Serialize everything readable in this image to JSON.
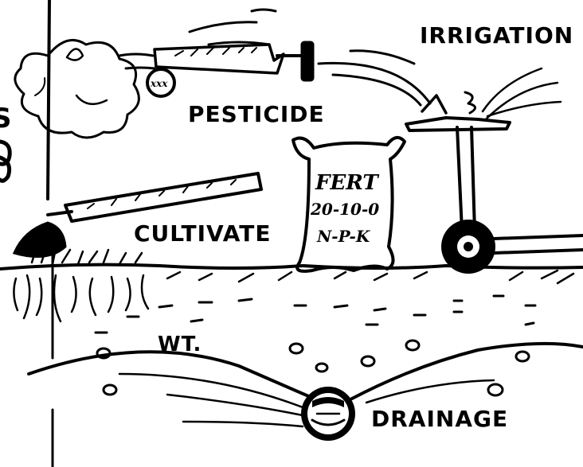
{
  "labels": {
    "irrigation": "IRRIGATION",
    "pesticide": "PESTICIDE",
    "cultivate": "CULTIVATE",
    "water_table": "WT.",
    "drainage": "DRAINAGE",
    "edge_letter": "S"
  },
  "fertilizer_bag": {
    "line1": "FERT",
    "line2": "20-10-0",
    "line3": "N-P-K"
  },
  "sprayer_mark": "xxx",
  "colors": {
    "ink": "#000000",
    "paper": "#ffffff"
  }
}
